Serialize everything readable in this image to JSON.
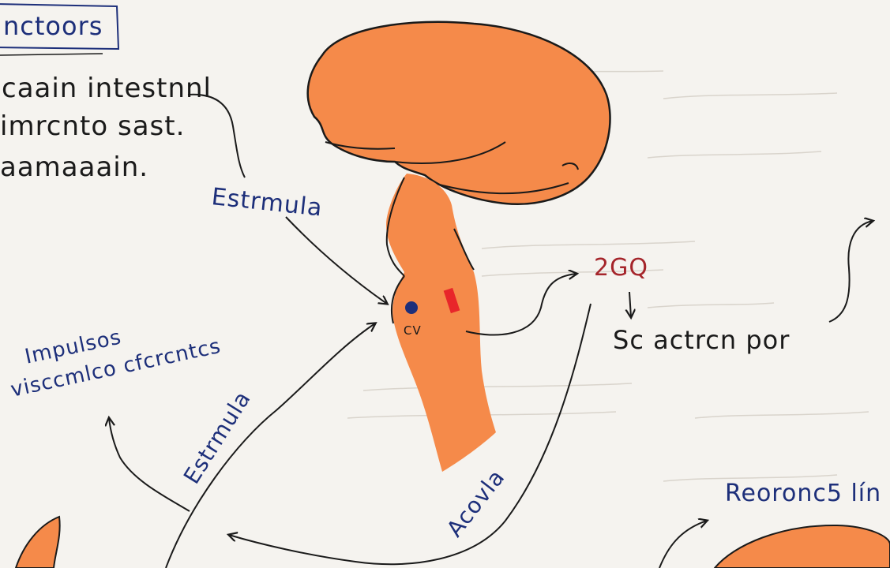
{
  "labels": {
    "header_tag": "nctoors",
    "left_line_1": "caain intestnnl",
    "left_line_2": "imrcnto sast.",
    "left_line_3": "aamaaain.",
    "estimula_top": "Estrmula",
    "impulsos_1": "Impulsos",
    "impulsos_2": "visccmlco cfcrcntcs",
    "estimula_bottom": "Estrmula",
    "activa": "Acovla",
    "cv": "CV",
    "gq": "2GQ",
    "se_activan": "Sc actrcn por",
    "right_bottom": "Reoronc5 lín"
  },
  "colors": {
    "paper": "#f5f3ef",
    "orange": "#f58a4a",
    "ink_blue": "#1d2f7a",
    "ink_dark": "#1a1a1a",
    "ink_red": "#a5252b",
    "marker_red": "#e8262a"
  },
  "icons": {
    "brain": "brain-drawing",
    "brainstem": "brainstem-drawing",
    "dot": "blue-dot-marker",
    "rect": "red-rectangle-marker"
  }
}
